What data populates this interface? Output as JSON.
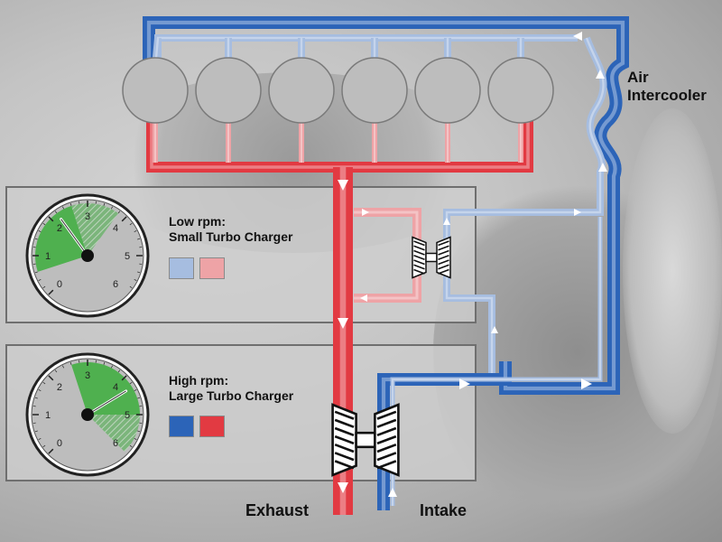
{
  "title_labels": {
    "air_intercooler_line1": "Air",
    "air_intercooler_line2": "Intercooler",
    "exhaust": "Exhaust",
    "intake": "Intake"
  },
  "cylinders": {
    "count": 6
  },
  "legend": {
    "low_rpm": {
      "title_line1": "Low rpm:",
      "title_line2": "Small Turbo Charger",
      "swatch_colors": [
        "#a6bde0",
        "#eea3a6"
      ],
      "gauge_ticks": [
        "0",
        "1",
        "2",
        "3",
        "4",
        "5",
        "6"
      ],
      "gauge_range_start": 0.6,
      "gauge_range_end": 2.6,
      "needle_value": 2.2
    },
    "high_rpm": {
      "title_line1": "High rpm:",
      "title_line2": "Large Turbo Charger",
      "swatch_colors": [
        "#2c64b8",
        "#e23a42"
      ],
      "gauge_ticks": [
        "0",
        "1",
        "2",
        "3",
        "4",
        "5",
        "6"
      ],
      "gauge_range_start": 2.6,
      "gauge_range_end": 5.0,
      "needle_value": 4.3
    }
  },
  "colors": {
    "exhaust_high": "#e23a42",
    "exhaust_low": "#eea3a6",
    "intake_high": "#2c64b8",
    "intake_low": "#a6bde0",
    "gauge_green": "#4fb04f",
    "cylinder_fill": "#bdbdbd"
  }
}
